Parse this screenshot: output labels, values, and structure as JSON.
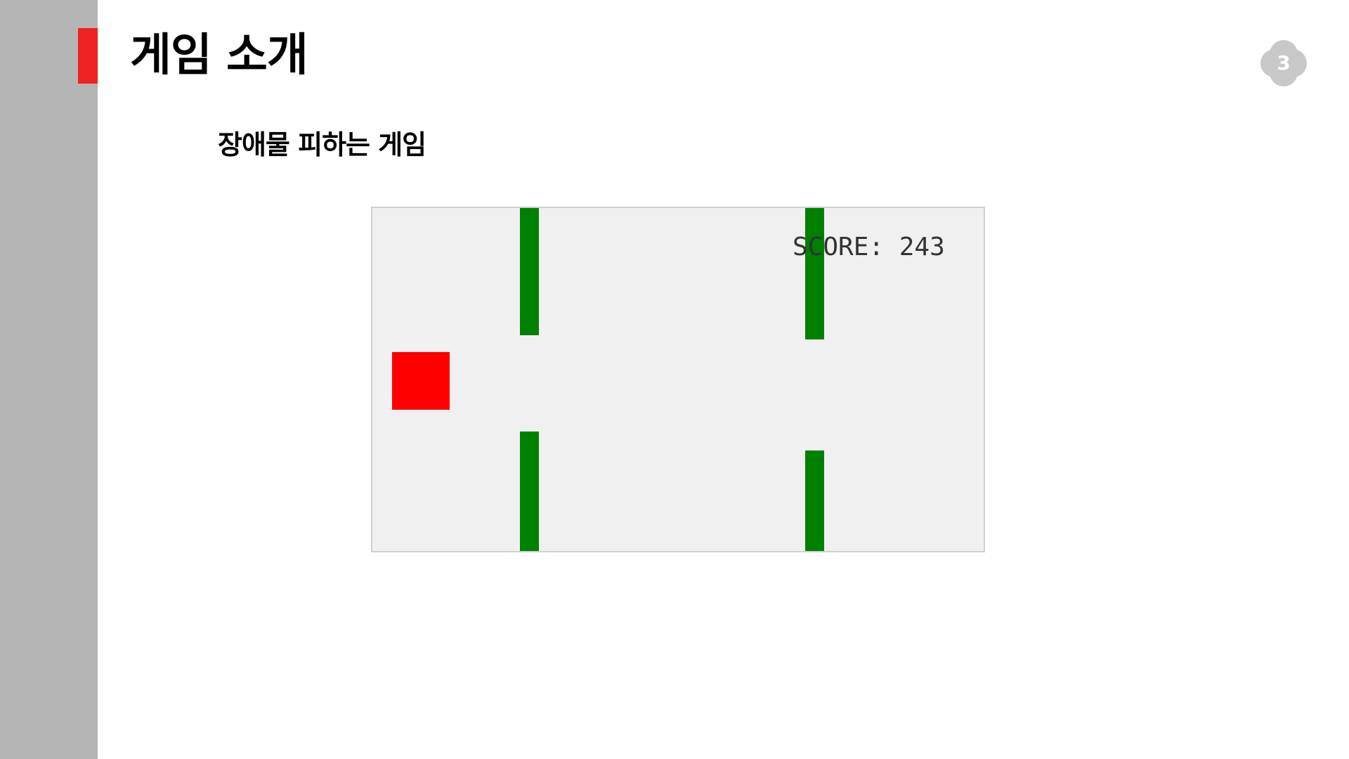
{
  "slide": {
    "title": "게임 소개",
    "subtitle": "장애물 피하는 게임",
    "page_number": "3"
  },
  "game": {
    "score_text": "SCORE: 243",
    "colors": {
      "background": "#f0f0f0",
      "player": "#ff0000",
      "obstacle": "#008000",
      "title_accent": "#ee2222",
      "side_band": "#b5b5b5"
    }
  }
}
